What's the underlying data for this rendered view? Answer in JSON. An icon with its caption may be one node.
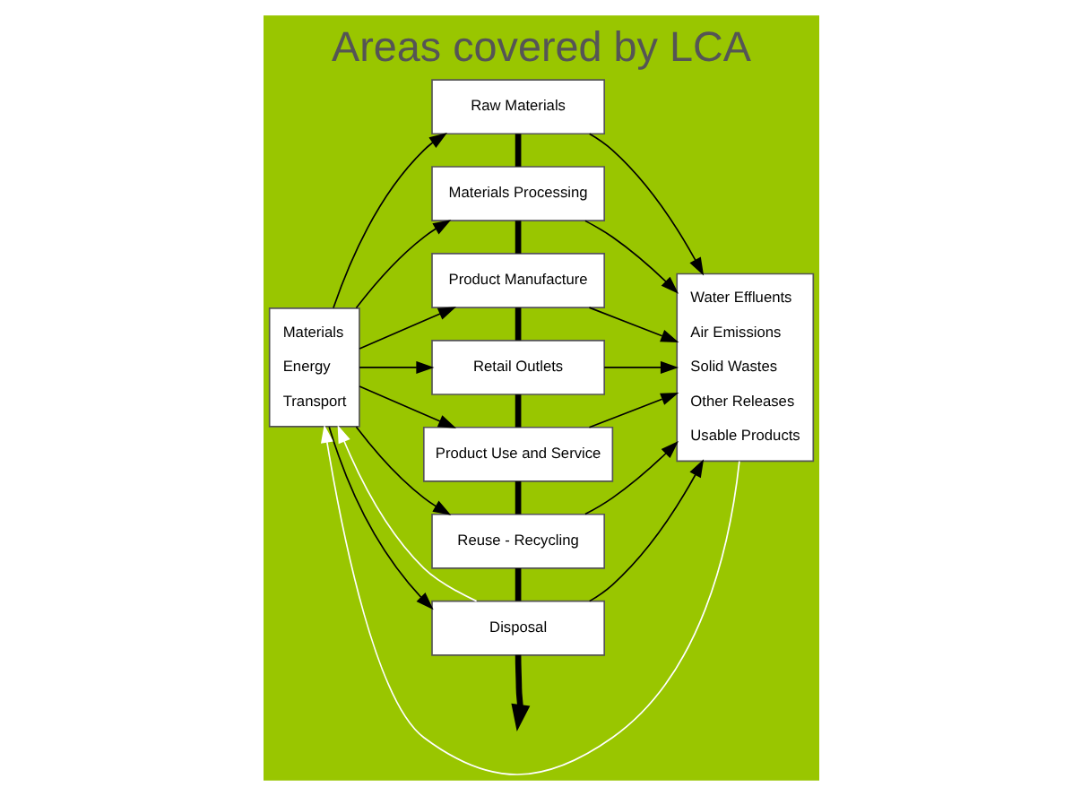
{
  "diagram": {
    "title": "Areas covered by LCA",
    "nodes": [
      {
        "text": [
          "Materials",
          "Energy",
          "Transport"
        ]
      },
      {
        "text": [
          "Raw Materials"
        ]
      },
      {
        "text": [
          "Materials Processing"
        ]
      },
      {
        "text": [
          "Product Manufacture"
        ]
      },
      {
        "text": [
          "Retail Outlets"
        ]
      },
      {
        "text": [
          "Product Use and Service"
        ]
      },
      {
        "text": [
          "Reuse - Recycling"
        ]
      },
      {
        "text": [
          "Disposal"
        ]
      },
      {
        "text": [
          "Water Effluents",
          "Air Emissions",
          "Solid Wastes",
          "Other Releases",
          "Usable Products"
        ]
      }
    ],
    "edges": [
      {
        "from": 0,
        "to": 1,
        "arrow": "to"
      },
      {
        "from": 0,
        "to": 2,
        "arrow": "to"
      },
      {
        "from": 0,
        "to": 3,
        "arrow": "to"
      },
      {
        "from": 0,
        "to": 4,
        "arrow": "to"
      },
      {
        "from": 0,
        "to": 5,
        "arrow": "to"
      },
      {
        "from": 0,
        "to": 6,
        "arrow": "to"
      },
      {
        "from": 0,
        "to": 7,
        "arrow": "to"
      },
      {
        "from": 1,
        "to": 8,
        "arrow": "to"
      },
      {
        "from": 2,
        "to": 8,
        "arrow": "to"
      },
      {
        "from": 3,
        "to": 8,
        "arrow": "to"
      },
      {
        "from": 4,
        "to": 8,
        "arrow": "to"
      },
      {
        "from": 5,
        "to": 8,
        "arrow": "to"
      },
      {
        "from": 6,
        "to": 8,
        "arrow": "to"
      },
      {
        "from": 7,
        "to": 8,
        "arrow": "to"
      },
      {
        "from": 1,
        "to": 2,
        "arrow": "none",
        "style": "thick"
      },
      {
        "from": 2,
        "to": 3,
        "arrow": "none",
        "style": "thick"
      },
      {
        "from": 3,
        "to": 4,
        "arrow": "none",
        "style": "thick"
      },
      {
        "from": 4,
        "to": 5,
        "arrow": "none",
        "style": "thick"
      },
      {
        "from": 5,
        "to": 6,
        "arrow": "none",
        "style": "thick"
      },
      {
        "from": 6,
        "to": 7,
        "arrow": "none",
        "style": "thick"
      },
      {
        "from": 7,
        "to": null,
        "arrow": "to",
        "style": "thick"
      },
      {
        "from": 7,
        "to": 0,
        "arrow": "to",
        "color": "#ffffff"
      },
      {
        "from": 8,
        "to": 0,
        "arrow": "to",
        "color": "#ffffff"
      }
    ]
  }
}
